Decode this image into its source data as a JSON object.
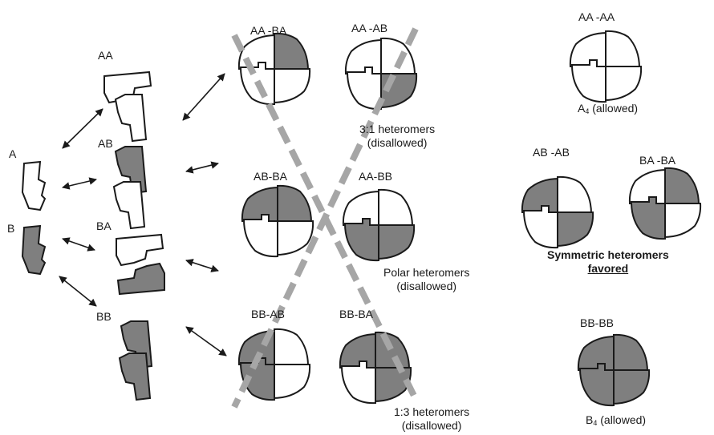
{
  "colors": {
    "dark_subunit": "#7f7f7f",
    "light_subunit": "#ffffff",
    "outline": "#1a1a1a",
    "dashed_line": "#a6a6a6"
  },
  "monomers": {
    "a": "A",
    "b": "B"
  },
  "dimers": {
    "aa": "AA",
    "ab": "AB",
    "ba": "BA",
    "bb": "BB"
  },
  "tetramers": {
    "aa_ba": "AA -BA",
    "aa_ab": "AA -AB",
    "ab_ba": "AB-BA",
    "aa_bb": "AA-BB",
    "bb_ab": "BB-AB",
    "bb_ba": "BB-BA",
    "aa_aa": "AA -AA",
    "ab_ab": "AB -AB",
    "ba_ba": "BA -BA",
    "bb_bb": "BB-BB"
  },
  "captions": {
    "three_one_line1": "3:1 heteromers",
    "three_one_line2": "(disallowed)",
    "polar_line1": "Polar heteromers",
    "polar_line2": "(disallowed)",
    "one_three_line1": "1:3 heteromers",
    "one_three_line2": "(disallowed)",
    "a4_main": "A",
    "a4_sub": "4",
    "a4_rest": " (allowed)",
    "b4_main": "B",
    "b4_sub": "4",
    "b4_rest": " (allowed)",
    "symmetric_line1": "Symmetric heteromers",
    "symmetric_line2": "favored"
  }
}
